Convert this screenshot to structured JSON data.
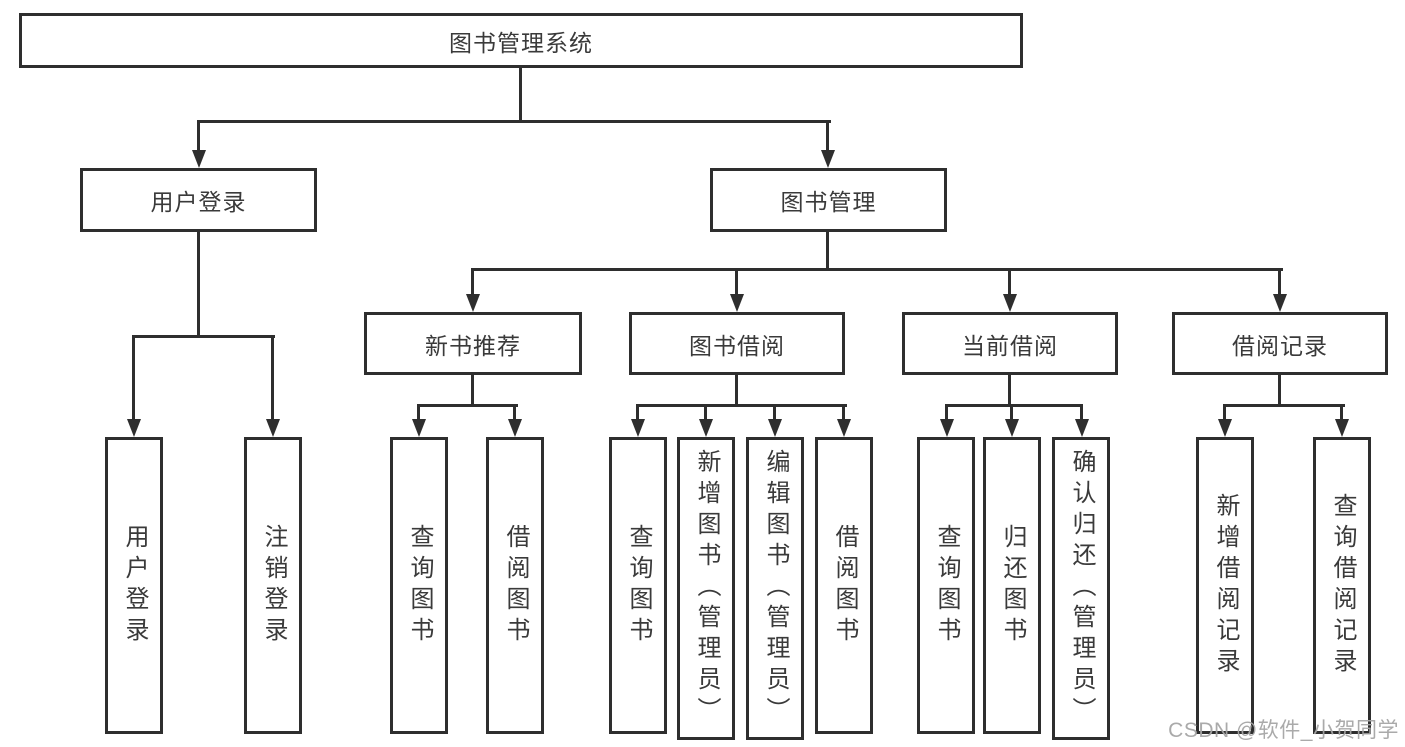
{
  "diagram": {
    "root": {
      "label": "图书管理系统"
    },
    "branches": [
      {
        "label": "用户登录",
        "children": [
          {
            "label": "用户登录"
          },
          {
            "label": "注销登录"
          }
        ]
      },
      {
        "label": "图书管理",
        "children": [
          {
            "label": "新书推荐",
            "children": [
              {
                "label": "查询图书"
              },
              {
                "label": "借阅图书"
              }
            ]
          },
          {
            "label": "图书借阅",
            "children": [
              {
                "label": "查询图书"
              },
              {
                "label": "新增图书（管理员）"
              },
              {
                "label": "编辑图书（管理员）"
              },
              {
                "label": "借阅图书"
              }
            ]
          },
          {
            "label": "当前借阅",
            "children": [
              {
                "label": "查询图书"
              },
              {
                "label": "归还图书"
              },
              {
                "label": "确认归还（管理员）"
              }
            ]
          },
          {
            "label": "借阅记录",
            "children": [
              {
                "label": "新增借阅记录"
              },
              {
                "label": "查询借阅记录"
              }
            ]
          }
        ]
      }
    ]
  },
  "watermark": {
    "text": "CSDN @软件_小贺同学"
  },
  "colors": {
    "line": "#2e2e2e",
    "box_border": "#2e2e2e",
    "box_fill": "#ffffff",
    "text": "#3a3a3a",
    "watermark": "#a5a5a5"
  }
}
